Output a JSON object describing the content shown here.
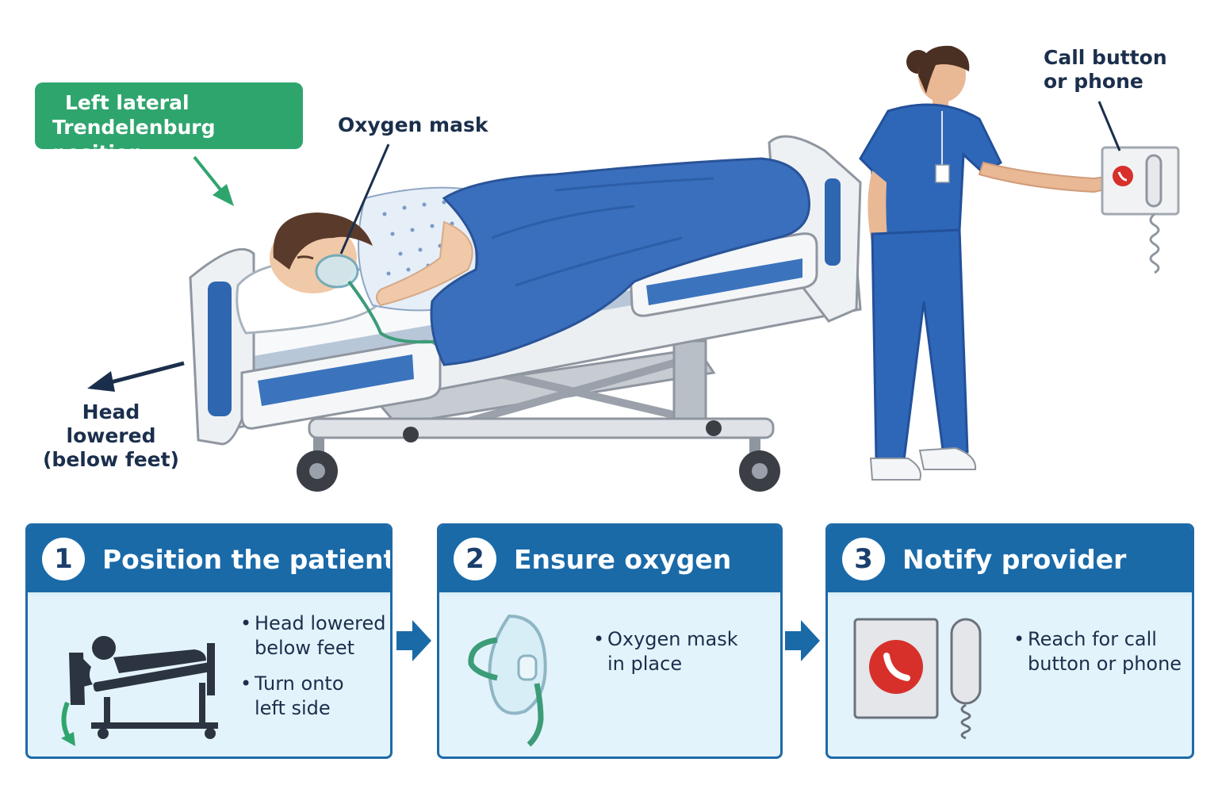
{
  "labels": {
    "position_tag_line1": "Left lateral",
    "position_tag_line2": "Trendelenburg position",
    "oxygen_mask": "Oxygen mask",
    "call_button_line1": "Call button",
    "call_button_line2": "or phone",
    "head_lowered_line1": "Head lowered",
    "head_lowered_line2": "(below feet)"
  },
  "steps": [
    {
      "number": "1",
      "title": "Position the patient",
      "bullets": [
        {
          "line1": "Head lowered",
          "line2": "below feet"
        },
        {
          "line1": "Turn onto",
          "line2": "left side"
        }
      ],
      "icon": "bed-trendelenburg-icon"
    },
    {
      "number": "2",
      "title": "Ensure oxygen",
      "bullets": [
        {
          "line1": "Oxygen mask",
          "line2": "in place"
        }
      ],
      "icon": "oxygen-mask-icon"
    },
    {
      "number": "3",
      "title": "Notify provider",
      "bullets": [
        {
          "line1": "Reach for call",
          "line2": "button or phone"
        }
      ],
      "icon": "call-button-phone-icon"
    }
  ],
  "colors": {
    "primary_blue": "#1a6aa8",
    "card_fill": "#e3f3fb",
    "accent_green": "#2fa56e",
    "navy_text": "#1b2f4c",
    "call_red": "#d7302a"
  }
}
